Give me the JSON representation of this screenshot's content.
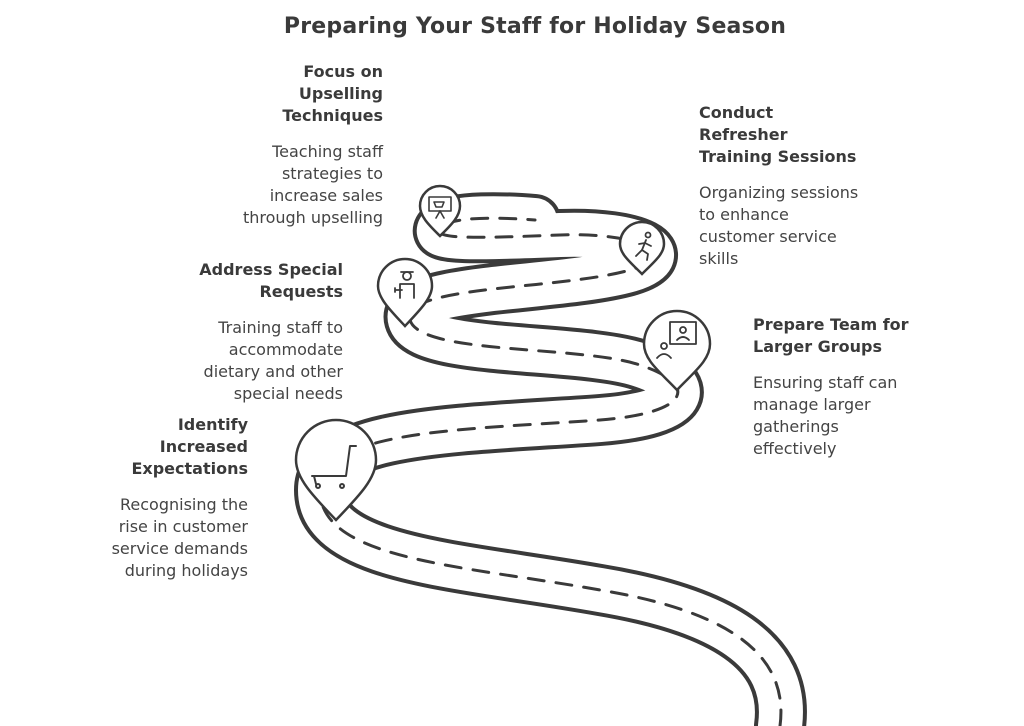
{
  "title": "Preparing Your Staff for Holiday Season",
  "steps": [
    {
      "heading_lines": [
        "Identify",
        "Increased",
        "Expectations"
      ],
      "description_lines": [
        "Recognising the",
        "rise in customer",
        "service demands",
        "during holidays"
      ],
      "icon": "shopping-cart-icon"
    },
    {
      "heading_lines": [
        "Address Special",
        "Requests"
      ],
      "description_lines": [
        "Training staff to",
        "accommodate",
        "dietary and other",
        "special needs"
      ],
      "icon": "waiter-icon"
    },
    {
      "heading_lines": [
        "Focus on",
        "Upselling",
        "Techniques"
      ],
      "description_lines": [
        "Teaching staff",
        "strategies to",
        "increase sales",
        "through upselling"
      ],
      "icon": "presentation-board-icon"
    },
    {
      "heading_lines": [
        "Conduct",
        "Refresher",
        "Training Sessions"
      ],
      "description_lines": [
        "Organizing sessions",
        "to enhance",
        "customer service",
        "skills"
      ],
      "icon": "running-person-icon"
    },
    {
      "heading_lines": [
        "Prepare Team for",
        "Larger Groups"
      ],
      "description_lines": [
        "Ensuring staff can",
        "manage larger",
        "gatherings",
        "effectively"
      ],
      "icon": "video-conference-icon"
    }
  ],
  "colors": {
    "ink": "#3a3a3a",
    "road_fill": "#ffffff",
    "text": "#444444"
  }
}
